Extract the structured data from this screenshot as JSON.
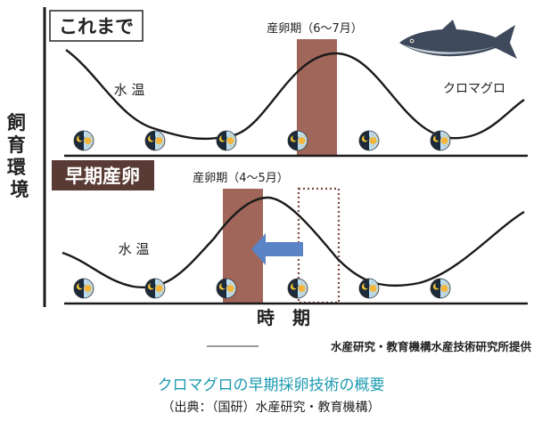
{
  "colors": {
    "accent_caption": "#1a9ab0",
    "spawn_bar": "#a0665a",
    "arrow": "#5b84c6",
    "label_box_bg": "#5a3a34",
    "axis": "#1a1a1a"
  },
  "y_axis_label": "飼育環境",
  "x_axis_label": "時　期",
  "panel_top": {
    "label": "これまで",
    "spawn_label": "産卵期（6～7月）",
    "water_temp_label": "水 温",
    "fish_label": "クロマグロ",
    "fish_icon": "tuna-icon"
  },
  "panel_bottom": {
    "label": "早期産卵",
    "spawn_label": "産卵期（4～5月）",
    "water_temp_label": "水 温",
    "shift_arrow_icon": "left-arrow-icon"
  },
  "daylight_icons": [
    "moon-sun-icon",
    "moon-sun-icon",
    "moon-sun-icon",
    "moon-sun-icon",
    "moon-sun-icon",
    "moon-sun-icon"
  ],
  "credit": "水産研究・教育機構水産技術研究所提供",
  "caption": {
    "title": "クロマグロの早期採卵技術の概要",
    "source": "（出典：（国研）水産研究・教育機構）"
  }
}
